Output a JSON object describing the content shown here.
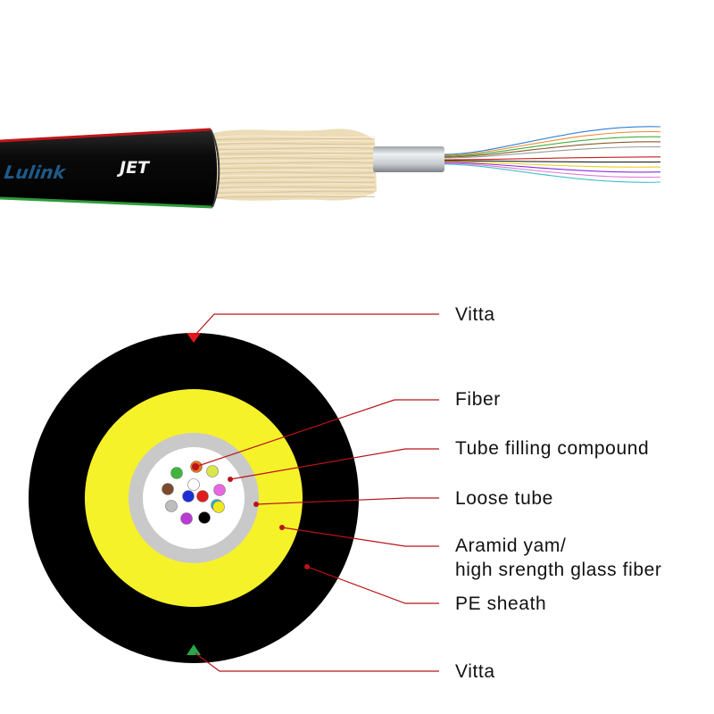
{
  "cable_photo": {
    "brand": "Lulink",
    "model": "JET",
    "jacket_color": "#111111",
    "stripe_top_color": "#c0161b",
    "stripe_bottom_color": "#2e9a3a",
    "yarn_color": "#ecdcb8",
    "fiber_colors": [
      "#2f7fd6",
      "#f08a2a",
      "#3cb043",
      "#8b5a2b",
      "#9a9a9a",
      "#ffffff",
      "#c81e1e",
      "#222222",
      "#e5d21a",
      "#8a2be2",
      "#e07ad6",
      "#3fc1c9"
    ]
  },
  "cross_section": {
    "sheath_color": "#000000",
    "aramid_color": "#f6f22a",
    "tube_color": "#c9c9c9",
    "gel_color": "#ffffff",
    "vitta_top_color": "#e3191e",
    "vitta_bottom_color": "#26a84a",
    "leader_color": "#b8141a",
    "fibers": [
      {
        "color": "#3fb53c",
        "name": "green"
      },
      {
        "color": "#e8731c",
        "name": "orange"
      },
      {
        "color": "#d8e84a",
        "name": "lime"
      },
      {
        "color": "#7a4a2a",
        "name": "brown"
      },
      {
        "color": "#ffffff",
        "name": "white"
      },
      {
        "color": "#e866e0",
        "name": "pink"
      },
      {
        "color": "#bdbdbd",
        "name": "grey"
      },
      {
        "color": "#1c2fd6",
        "name": "blue"
      },
      {
        "color": "#e01c1c",
        "name": "red"
      },
      {
        "color": "#1fb4c8",
        "name": "aqua"
      },
      {
        "color": "#b93ad6",
        "name": "violet"
      },
      {
        "color": "#000000",
        "name": "black"
      },
      {
        "color": "#f0e81c",
        "name": "yellow"
      }
    ]
  },
  "labels": {
    "vitta_top": "Vitta",
    "fiber": "Fiber",
    "tube_filling": "Tube filling compound",
    "loose_tube": "Loose tube",
    "aramid_line1": "Aramid yam/",
    "aramid_line2": "high srength glass fiber",
    "pe_sheath": "PE sheath",
    "vitta_bottom": "Vitta"
  }
}
